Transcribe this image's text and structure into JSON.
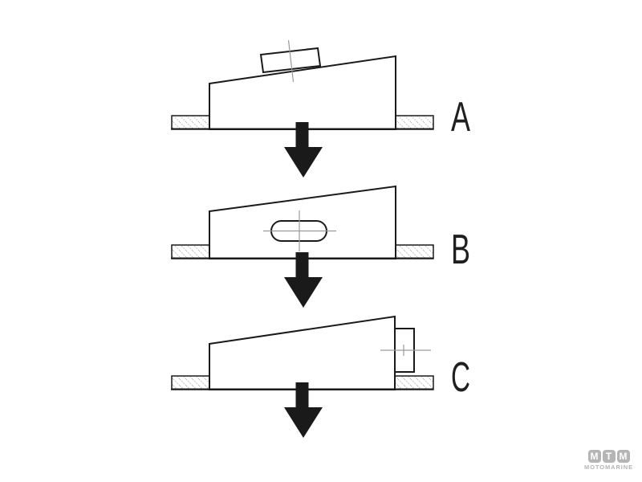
{
  "steps": [
    {
      "label": "A",
      "feature": "tilted-block-on-slope"
    },
    {
      "label": "B",
      "feature": "slotted-hole-with-centerlines"
    },
    {
      "label": "C",
      "feature": "side-block-with-centerline"
    }
  ],
  "logo": {
    "letters": [
      "M",
      "T",
      "M"
    ],
    "subtitle": "MOTOMARINE"
  },
  "colors": {
    "outline": "#1a1a1a",
    "arrow": "#1a1a1a",
    "centerline": "#9a9a9a",
    "hatch": "#b8b8b8",
    "logo_gray": "#b5b5b5",
    "background": "#ffffff"
  }
}
